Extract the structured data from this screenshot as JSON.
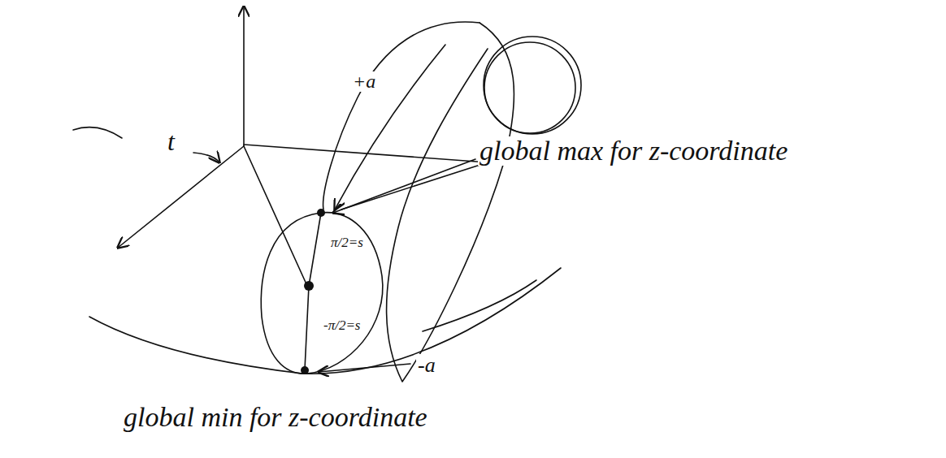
{
  "diagram": {
    "labels": [
      "+a",
      "global max for z-coordinate",
      "t",
      "π/2=s",
      "-π/2=s",
      "-a",
      "global min for z-coordinate"
    ]
  }
}
